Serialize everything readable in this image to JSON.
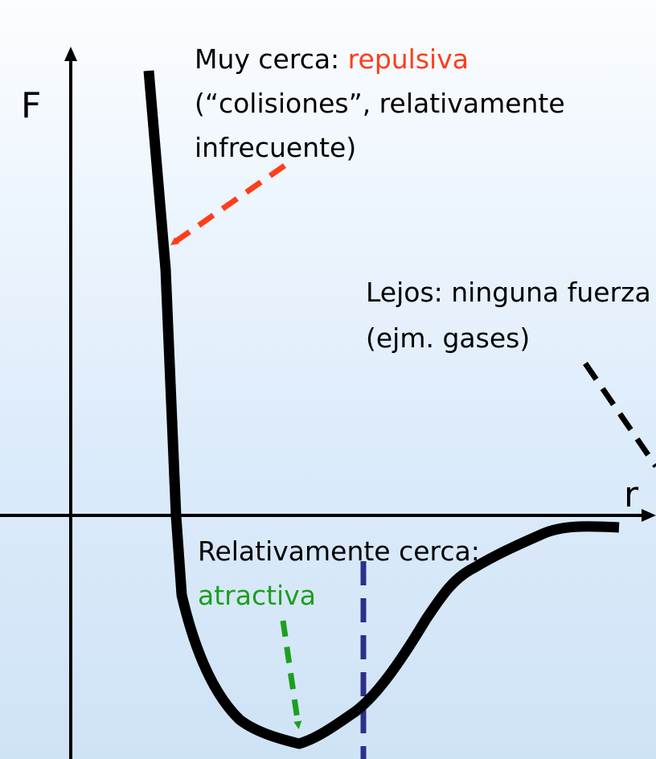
{
  "axes": {
    "y_label": "F",
    "x_label": "r"
  },
  "annotations": {
    "near": {
      "prefix": "Muy cerca: ",
      "keyword": "repulsiva",
      "line2": "(“colisiones”, relativamente",
      "line3": "infrecuente)"
    },
    "far": {
      "line1": "Lejos: ninguna fuerza",
      "line2": "(ejm. gases)"
    },
    "mid": {
      "line1": "Relativamente cerca:",
      "keyword": "atractiva"
    }
  },
  "colors": {
    "repulsive": "#ff3d1a",
    "attractive": "#1e9e1e",
    "curve": "#000000",
    "equilibrium_line": "#2e2f8a",
    "far_arrow": "#000000"
  }
}
